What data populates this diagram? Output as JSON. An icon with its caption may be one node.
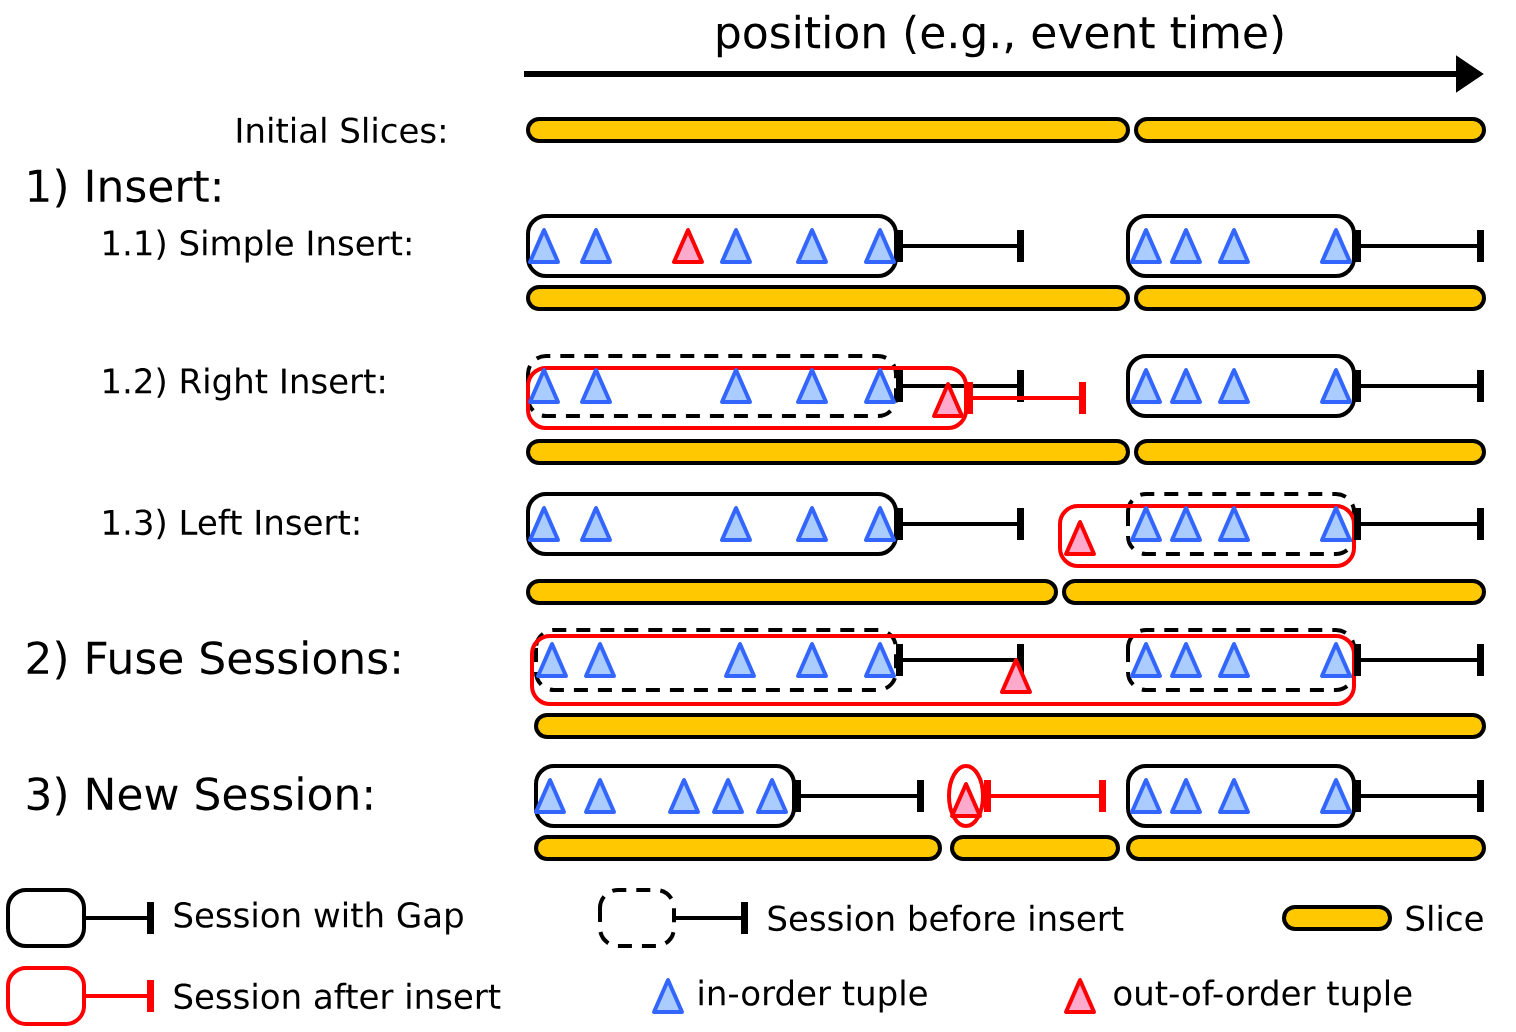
{
  "diagram": {
    "labels": [
      "position (e.g., event time)",
      "Initial Slices:",
      "1) Insert:",
      "1.1) Simple Insert:",
      "1.2) Right Insert:",
      "1.3) Left Insert:",
      "2) Fuse Sessions:",
      "3) New Session:"
    ],
    "legend": [
      {
        "text": "Session with Gap"
      },
      {
        "text": "Session before insert"
      },
      {
        "text": "Slice",
        "color": "#ffc800"
      },
      {
        "text": "Session after insert"
      },
      {
        "text": "in-order tuple"
      },
      {
        "text": "out-of-order tuple"
      }
    ]
  }
}
